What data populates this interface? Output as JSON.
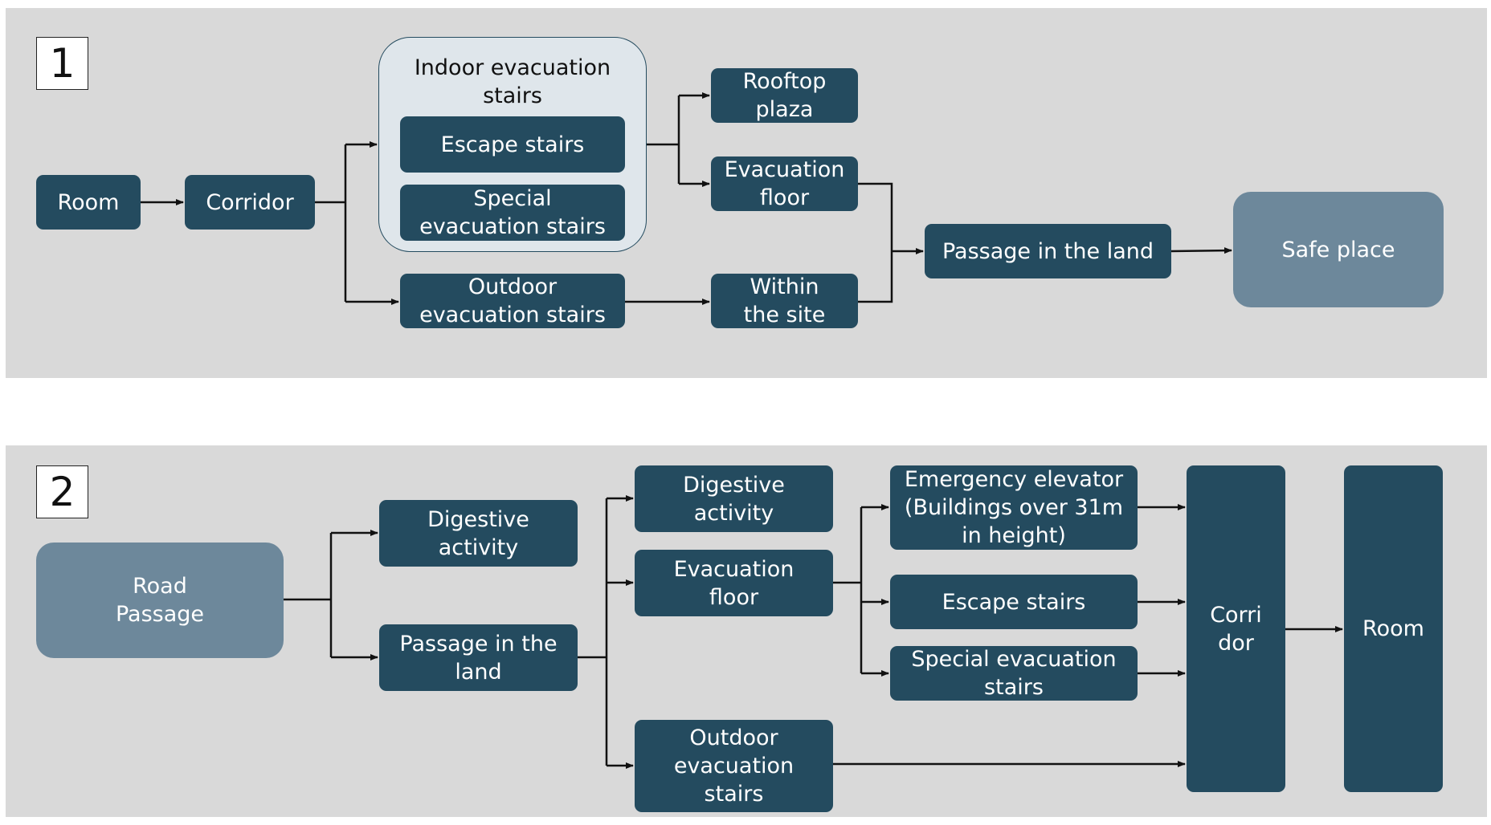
{
  "diagram1": {
    "number": "1",
    "room": "Room",
    "corridor": "Corridor",
    "indoor_group_title": "Indoor evacuation\nstairs",
    "escape_stairs": "Escape stairs",
    "special_evacuation_stairs": "Special\nevacuation stairs",
    "outdoor_evacuation_stairs": "Outdoor\nevacuation stairs",
    "rooftop_plaza": "Rooftop\nplaza",
    "evacuation_floor": "Evacuation\nfloor",
    "within_the_site": "Within\nthe site",
    "passage_in_the_land": "Passage in the land",
    "safe_place": "Safe place"
  },
  "diagram2": {
    "number": "2",
    "road_passage": "Road\nPassage",
    "digestive_activity_1": "Digestive\nactivity",
    "passage_in_the_land": "Passage in the\nland",
    "digestive_activity_2": "Digestive\nactivity",
    "evacuation_floor": "Evacuation\nfloor",
    "outdoor_evacuation_stairs": "Outdoor\nevacuation\nstairs",
    "emergency_elevator": "Emergency elevator\n(Buildings over 31m\nin height)",
    "escape_stairs": "Escape stairs",
    "special_evacuation_stairs": "Special evacuation\nstairs",
    "corridor": "Corri\ndor",
    "room": "Room"
  },
  "colors": {
    "panel_bg": "#d9d9d9",
    "node_dark": "#244b5f",
    "node_light": "#6d889b",
    "group_bg": "#dfe6eb",
    "arrow": "#111111"
  }
}
